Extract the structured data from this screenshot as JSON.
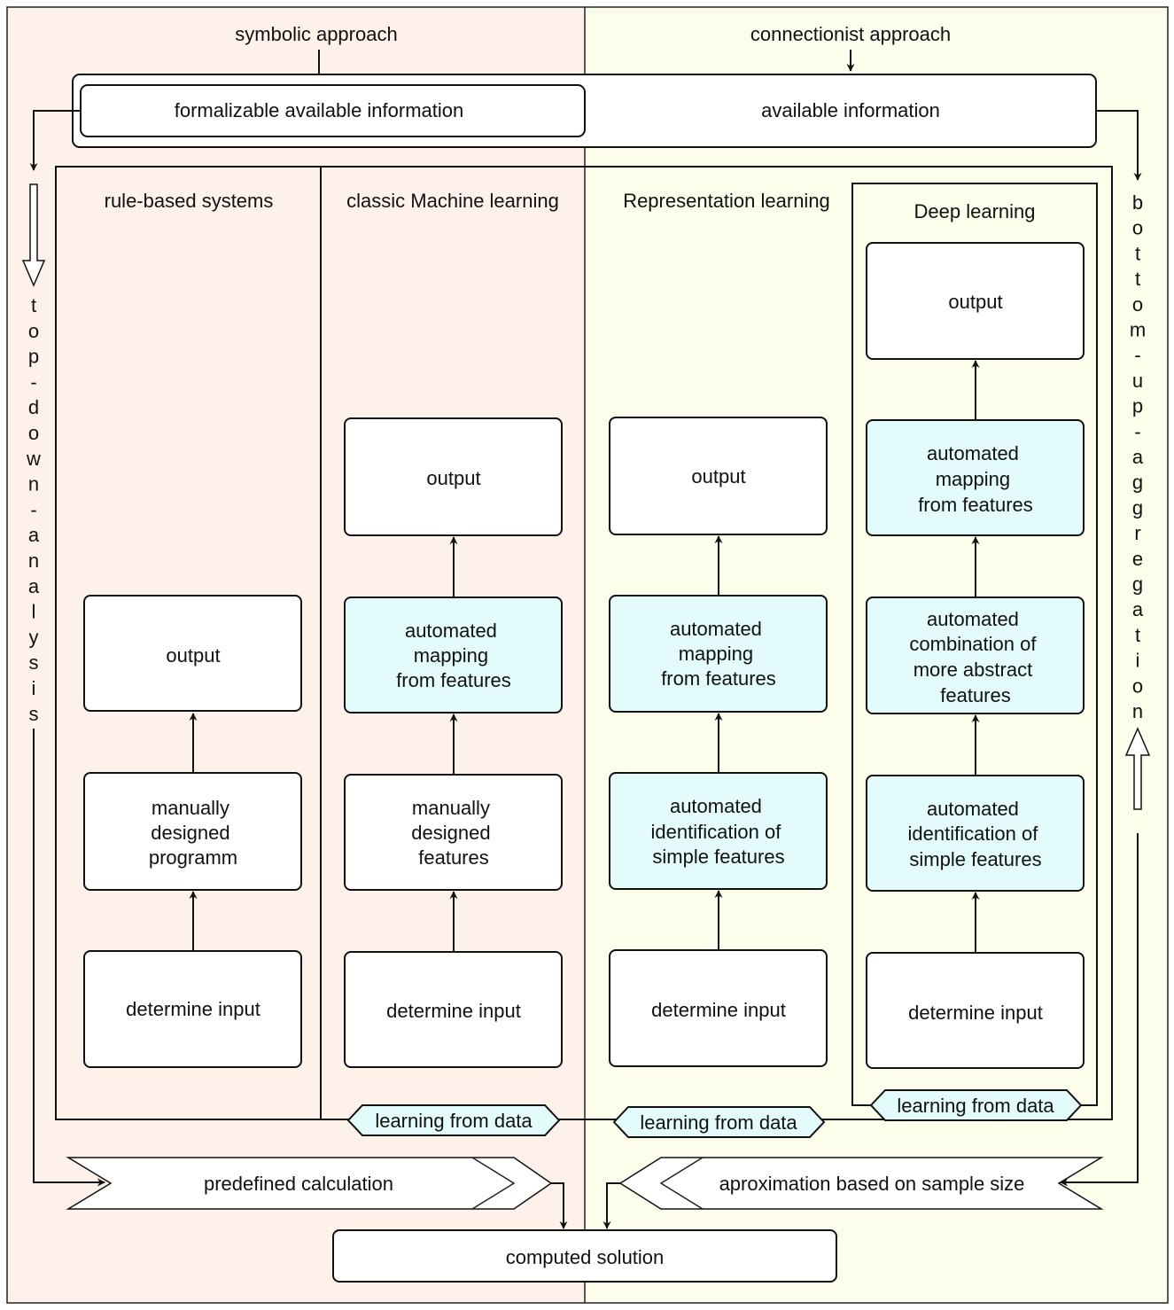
{
  "colors": {
    "left_background": "#fdf1ea",
    "right_background": "#fdfdec",
    "highlight_fill": "#e4fbfc",
    "stroke": "#111111"
  },
  "approaches": {
    "symbolic": "symbolic approach",
    "connectionist": "connectionist approach"
  },
  "information": {
    "formalizable": "formalizable available information",
    "available": "available information"
  },
  "side_labels": {
    "left": "top-down-analysis",
    "right": "bottom-up-aggregation"
  },
  "columns": {
    "rule_based": {
      "title": "rule-based systems",
      "output": "output",
      "middle": [
        "manually",
        "designed",
        "programm"
      ],
      "input": "determine input"
    },
    "classic_ml": {
      "title": "classic Machine learning",
      "output": "output",
      "mapping": [
        "automated",
        "mapping",
        "from features"
      ],
      "features": [
        "manually",
        "designed",
        "features"
      ],
      "input": "determine input",
      "tag": "learning from data"
    },
    "representation": {
      "title": "Representation learning",
      "output": "output",
      "mapping": [
        "automated",
        "mapping",
        "from features"
      ],
      "identification": [
        "automated",
        "identification of",
        "simple features"
      ],
      "input": "determine input",
      "tag": "learning from data"
    },
    "deep": {
      "title": "Deep learning",
      "output": "output",
      "mapping": [
        "automated",
        "mapping",
        "from features"
      ],
      "combination": [
        "automated",
        "combination of",
        "more abstract",
        "features"
      ],
      "identification": [
        "automated",
        "identification of",
        "simple features"
      ],
      "input": "determine input",
      "tag": "learning from data"
    }
  },
  "bottom": {
    "predefined": "predefined calculation",
    "approximation": "aproximation based on sample size",
    "solution": "computed solution"
  }
}
